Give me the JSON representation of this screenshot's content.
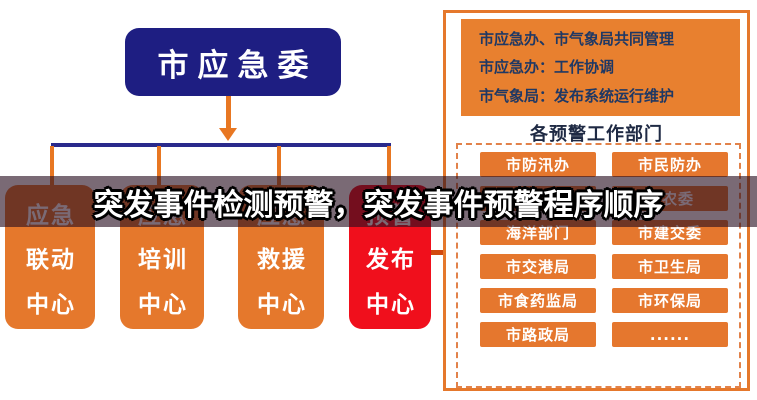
{
  "banner": {
    "title": "突发事件检测预警，突发事件预警程序顺序"
  },
  "org_chart": {
    "root": "市应急委",
    "centers": [
      {
        "lines": [
          "应急",
          "联动",
          "中心"
        ]
      },
      {
        "lines": [
          "应急",
          "培训",
          "中心"
        ]
      },
      {
        "lines": [
          "应急",
          "救援",
          "中心"
        ]
      },
      {
        "lines": [
          "预警",
          "发布",
          "中心"
        ]
      }
    ]
  },
  "panel": {
    "management_lines": [
      "市应急办、市气象局共同管理",
      "市应急办：工作协调",
      "市气象局：发布系统运行维护"
    ],
    "section_title": "各预警工作部门",
    "departments": {
      "left": [
        "市防汛办",
        "",
        "海洋部门",
        "市交港局",
        "市食药监局",
        "市路政局"
      ],
      "right": [
        "市民防办",
        "市农委",
        "市建交委",
        "市卫生局",
        "市环保局",
        "......"
      ]
    }
  },
  "colors": {
    "navy_box": "#1e1e82",
    "navy_line": "#2a2a8c",
    "orange": "#e5782c",
    "red_box": "#f00f1c",
    "panel_text_navy": "#1f3864",
    "connector_orange": "#e87722",
    "arrow_red_orange": "#d1490f",
    "overlay": "rgba(40,15,32,0.62)"
  }
}
